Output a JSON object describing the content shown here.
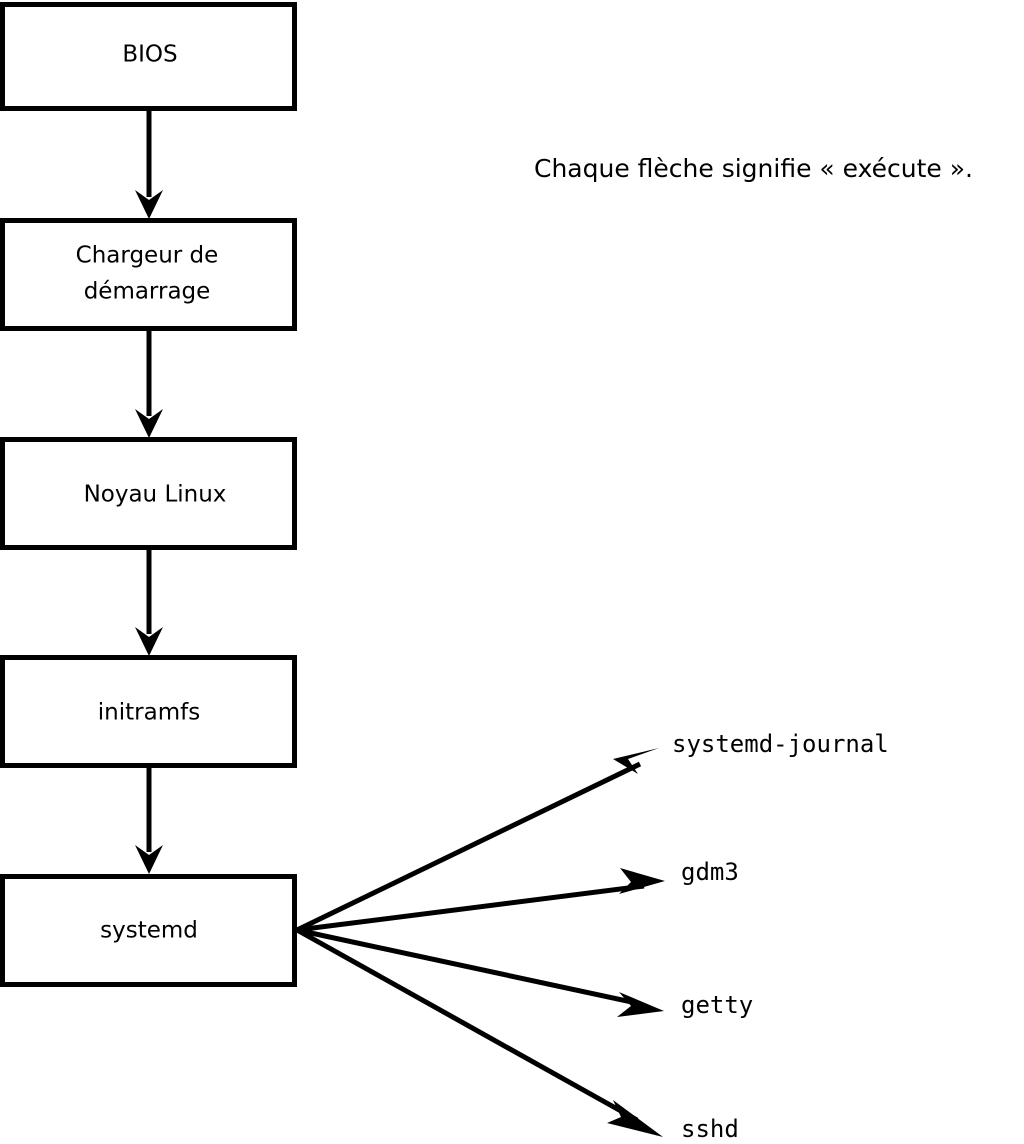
{
  "diagram": {
    "type": "flowchart",
    "title_note": "Chaque flèche signifie « exécute ».",
    "nodes": [
      {
        "id": "bios",
        "label": "BIOS"
      },
      {
        "id": "loader",
        "label": "Chargeur de",
        "label_line2": "démarrage"
      },
      {
        "id": "kernel",
        "label": "Noyau Linux"
      },
      {
        "id": "initramfs",
        "label": "initramfs"
      },
      {
        "id": "systemd",
        "label": "systemd"
      }
    ],
    "services": [
      {
        "id": "journal",
        "label": "systemd-journal"
      },
      {
        "id": "gdm3",
        "label": "gdm3"
      },
      {
        "id": "getty",
        "label": "getty"
      },
      {
        "id": "sshd",
        "label": "sshd"
      }
    ],
    "colors": {
      "background": "#ffffff",
      "stroke": "#000000",
      "box_fill": "#ffffff",
      "text": "#000000"
    }
  }
}
